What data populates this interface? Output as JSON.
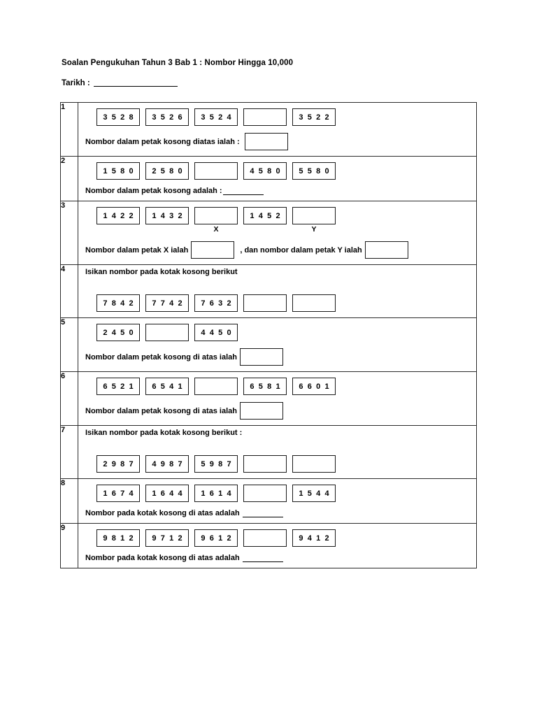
{
  "header": {
    "title": "Soalan Pengukuhan Tahun 3 Bab 1 : Nombor Hingga 10,000",
    "date_label": "Tarikh : "
  },
  "questions": [
    {
      "number": "1",
      "prompt": "",
      "boxes": [
        "3 5 2 8",
        "3 5 2 6",
        "3 5 2 4",
        "",
        "3 5 2 2"
      ],
      "markers": [],
      "answer_prefix": "Nombor dalam petak kosong diatas ialah : ",
      "answer_type": "box",
      "answer_mid": "",
      "answer_suffix": ""
    },
    {
      "number": "2",
      "prompt": "",
      "boxes": [
        "1 5 8 0",
        "2 5 8 0",
        "",
        "4 5 8 0",
        "5 5 8 0"
      ],
      "markers": [],
      "answer_prefix": "Nombor dalam petak kosong adalah :",
      "answer_type": "rule",
      "answer_mid": "",
      "answer_suffix": ""
    },
    {
      "number": "3",
      "prompt": "",
      "boxes": [
        "1 4 2 2",
        "1 4 3 2",
        "",
        "1 4 5 2",
        ""
      ],
      "markers": [
        "",
        "",
        "X",
        "",
        "Y"
      ],
      "answer_prefix": "Nombor dalam petak X ialah",
      "answer_type": "two-box",
      "answer_mid": ", dan nombor dalam petak Y ialah",
      "answer_suffix": ""
    },
    {
      "number": "4",
      "prompt": "Isikan nombor pada kotak kosong berikut",
      "boxes": [
        "7 8 4 2",
        "7 7 4 2",
        "7 6 3 2",
        "",
        ""
      ],
      "markers": [],
      "answer_prefix": "",
      "answer_type": "none",
      "answer_mid": "",
      "answer_suffix": ""
    },
    {
      "number": "5",
      "prompt": "",
      "boxes": [
        "2 4 5 0",
        "",
        "4 4 5 0"
      ],
      "markers": [],
      "answer_prefix": "Nombor dalam petak kosong di atas ialah",
      "answer_type": "box",
      "answer_mid": "",
      "answer_suffix": ""
    },
    {
      "number": "6",
      "prompt": "",
      "boxes": [
        "6 5 2 1",
        "6 5 4 1",
        "",
        "6 5 8 1",
        "6 6 0 1"
      ],
      "markers": [],
      "answer_prefix": "Nombor dalam petak kosong di atas ialah",
      "answer_type": "box",
      "answer_mid": "",
      "answer_suffix": ""
    },
    {
      "number": "7",
      "prompt": "Isikan nombor pada kotak kosong berikut :",
      "boxes": [
        "2 9 8 7",
        "4 9 8 7",
        "5 9 8 7",
        "",
        ""
      ],
      "markers": [],
      "answer_prefix": "",
      "answer_type": "none",
      "answer_mid": "",
      "answer_suffix": ""
    },
    {
      "number": "8",
      "prompt": "",
      "boxes": [
        "1 6 7 4",
        "1 6 4 4",
        "1 6 1 4",
        "",
        "1 5 4 4"
      ],
      "markers": [],
      "answer_prefix": "Nombor pada kotak kosong di atas adalah ",
      "answer_type": "rule",
      "answer_mid": "",
      "answer_suffix": ""
    },
    {
      "number": "9",
      "prompt": "",
      "boxes": [
        "9 8 1 2",
        "9 7 1 2",
        "9 6 1 2",
        "",
        "9 4 1 2"
      ],
      "markers": [],
      "answer_prefix": "Nombor pada kotak kosong di atas adalah ",
      "answer_type": "rule",
      "answer_mid": "",
      "answer_suffix": ""
    }
  ]
}
